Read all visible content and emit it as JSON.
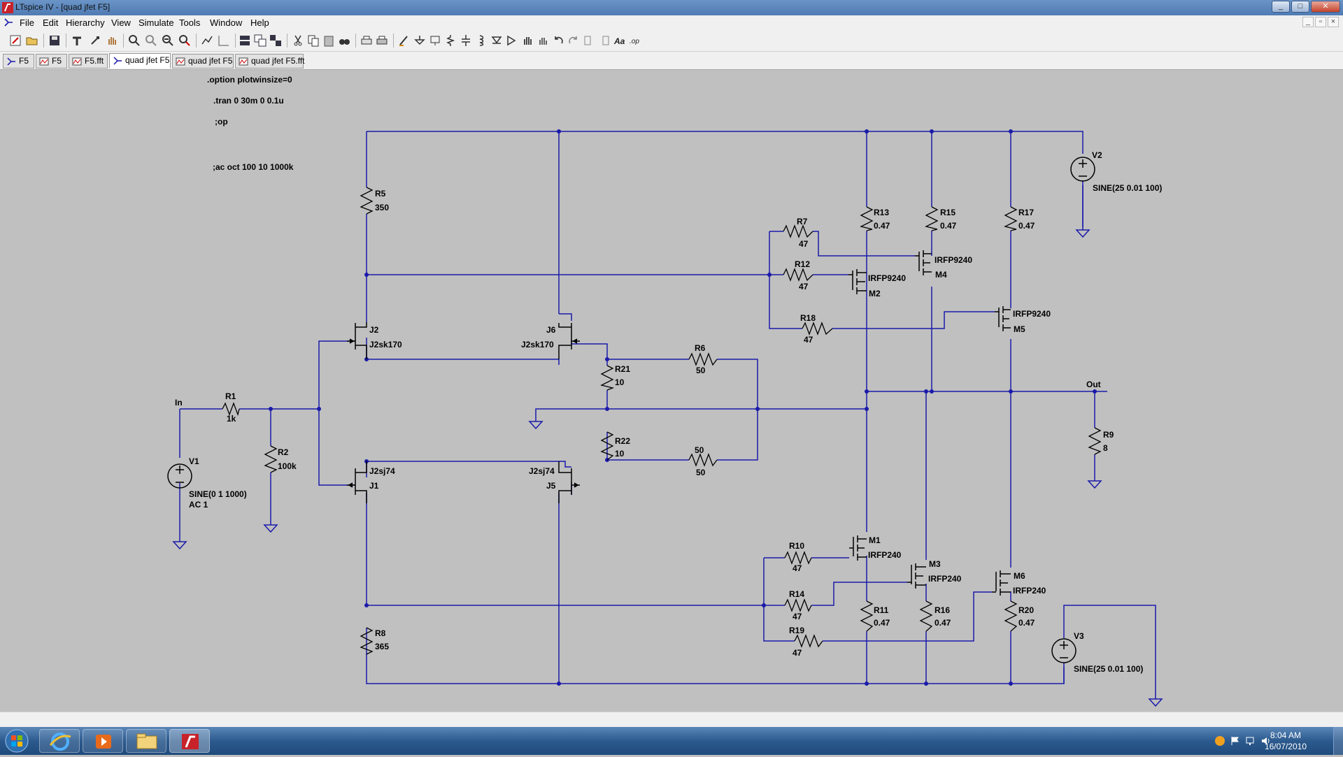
{
  "window": {
    "title": "LTspice IV - [quad jfet F5]"
  },
  "menu": [
    "File",
    "Edit",
    "Hierarchy",
    "View",
    "Simulate",
    "Tools",
    "Window",
    "Help"
  ],
  "tabs": [
    {
      "label": "F5",
      "icon": "schematic-icon",
      "active": false
    },
    {
      "label": "F5",
      "icon": "waveform-icon",
      "active": false
    },
    {
      "label": "F5.fft",
      "icon": "waveform-icon",
      "active": false
    },
    {
      "label": "quad jfet F5",
      "icon": "schematic-icon",
      "active": true
    },
    {
      "label": "quad jfet F5",
      "icon": "waveform-icon",
      "active": false
    },
    {
      "label": "quad jfet F5.fft",
      "icon": "waveform-icon",
      "active": false
    }
  ],
  "directives": [
    ".option plotwinsize=0",
    ".tran 0 30m 0 0.1u",
    ";op",
    ";ac oct 100 10 1000k"
  ],
  "nets": {
    "in": "In",
    "out": "Out"
  },
  "components": {
    "V1": {
      "name": "V1",
      "value": "SINE(0 1 1000)",
      "value2": "AC 1"
    },
    "V2": {
      "name": "V2",
      "value": "SINE(25 0.01 100)"
    },
    "V3": {
      "name": "V3",
      "value": "SINE(25 0.01 100)"
    },
    "R1": {
      "name": "R1",
      "value": "1k"
    },
    "R2": {
      "name": "R2",
      "value": "100k"
    },
    "R5": {
      "name": "R5",
      "value": "350"
    },
    "R8": {
      "name": "R8",
      "value": "365"
    },
    "R6": {
      "name": "R6",
      "value": "50"
    },
    "R50": {
      "name": "50",
      "value": "50"
    },
    "R21": {
      "name": "R21",
      "value": "10"
    },
    "R22": {
      "name": "R22",
      "value": "10"
    },
    "R7": {
      "name": "R7",
      "value": "47"
    },
    "R12": {
      "name": "R12",
      "value": "47"
    },
    "R18": {
      "name": "R18",
      "value": "47"
    },
    "R10": {
      "name": "R10",
      "value": "47"
    },
    "R14": {
      "name": "R14",
      "value": "47"
    },
    "R19": {
      "name": "R19",
      "value": "47"
    },
    "R13": {
      "name": "R13",
      "value": "0.47"
    },
    "R15": {
      "name": "R15",
      "value": "0.47"
    },
    "R17": {
      "name": "R17",
      "value": "0.47"
    },
    "R11": {
      "name": "R11",
      "value": "0.47"
    },
    "R16": {
      "name": "R16",
      "value": "0.47"
    },
    "R20": {
      "name": "R20",
      "value": "0.47"
    },
    "R9": {
      "name": "R9",
      "value": "8"
    },
    "J1": {
      "name": "J1",
      "value": "J2sj74"
    },
    "J2": {
      "name": "J2",
      "value": "J2sk170"
    },
    "J5": {
      "name": "J5",
      "value": "J2sj74"
    },
    "J6": {
      "name": "J6",
      "value": "J2sk170"
    },
    "M1": {
      "name": "M1",
      "value": "IRFP240"
    },
    "M3": {
      "name": "M3",
      "value": "IRFP240"
    },
    "M6": {
      "name": "M6",
      "value": "IRFP240"
    },
    "M2": {
      "name": "M2",
      "value": "IRFP9240"
    },
    "M4": {
      "name": "M4",
      "value": "IRFP9240"
    },
    "M5": {
      "name": "M5",
      "value": "IRFP9240"
    }
  },
  "clock": {
    "time": "8:04 AM",
    "date": "16/07/2010"
  },
  "colors": {
    "wire": "#1a1aaa",
    "canvas": "#c0c0c0",
    "symbol": "#000000"
  }
}
